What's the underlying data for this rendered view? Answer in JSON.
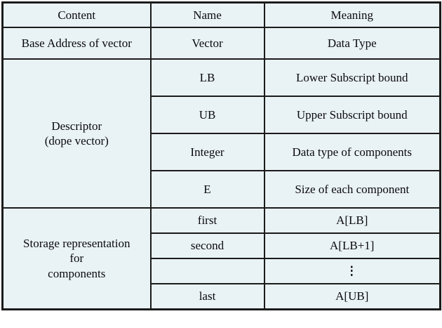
{
  "colors": {
    "cell_background": "#e9f2f4",
    "meaning_cell_background": "#ffffff",
    "border": "#1b1b1b",
    "text": "#0a0a0f"
  },
  "table": {
    "header": {
      "content": "Content",
      "name": "Name",
      "meaning": "Meaning"
    },
    "base_row": {
      "content": "Base Address of vector",
      "name": "Vector",
      "meaning": "Data Type"
    },
    "descriptor_block": {
      "content_line1": "Descriptor",
      "content_line2": "(dope vector)",
      "rows": [
        {
          "name": "LB",
          "meaning": "Lower Subscript bound"
        },
        {
          "name": "UB",
          "meaning": "Upper Subscript bound"
        },
        {
          "name": "Integer",
          "meaning": "Data type of components"
        },
        {
          "name": "E",
          "meaning": "Size of each component"
        }
      ]
    },
    "storage_block": {
      "content_line1": "Storage representation",
      "content_line2": "for",
      "content_line3": "components",
      "rows": [
        {
          "name": "first",
          "meaning": "A[LB]"
        },
        {
          "name": "second",
          "meaning": "A[LB+1]"
        },
        {
          "name": "",
          "meaning": "⋮"
        },
        {
          "name": "last",
          "meaning": "A[UB]"
        }
      ]
    }
  }
}
